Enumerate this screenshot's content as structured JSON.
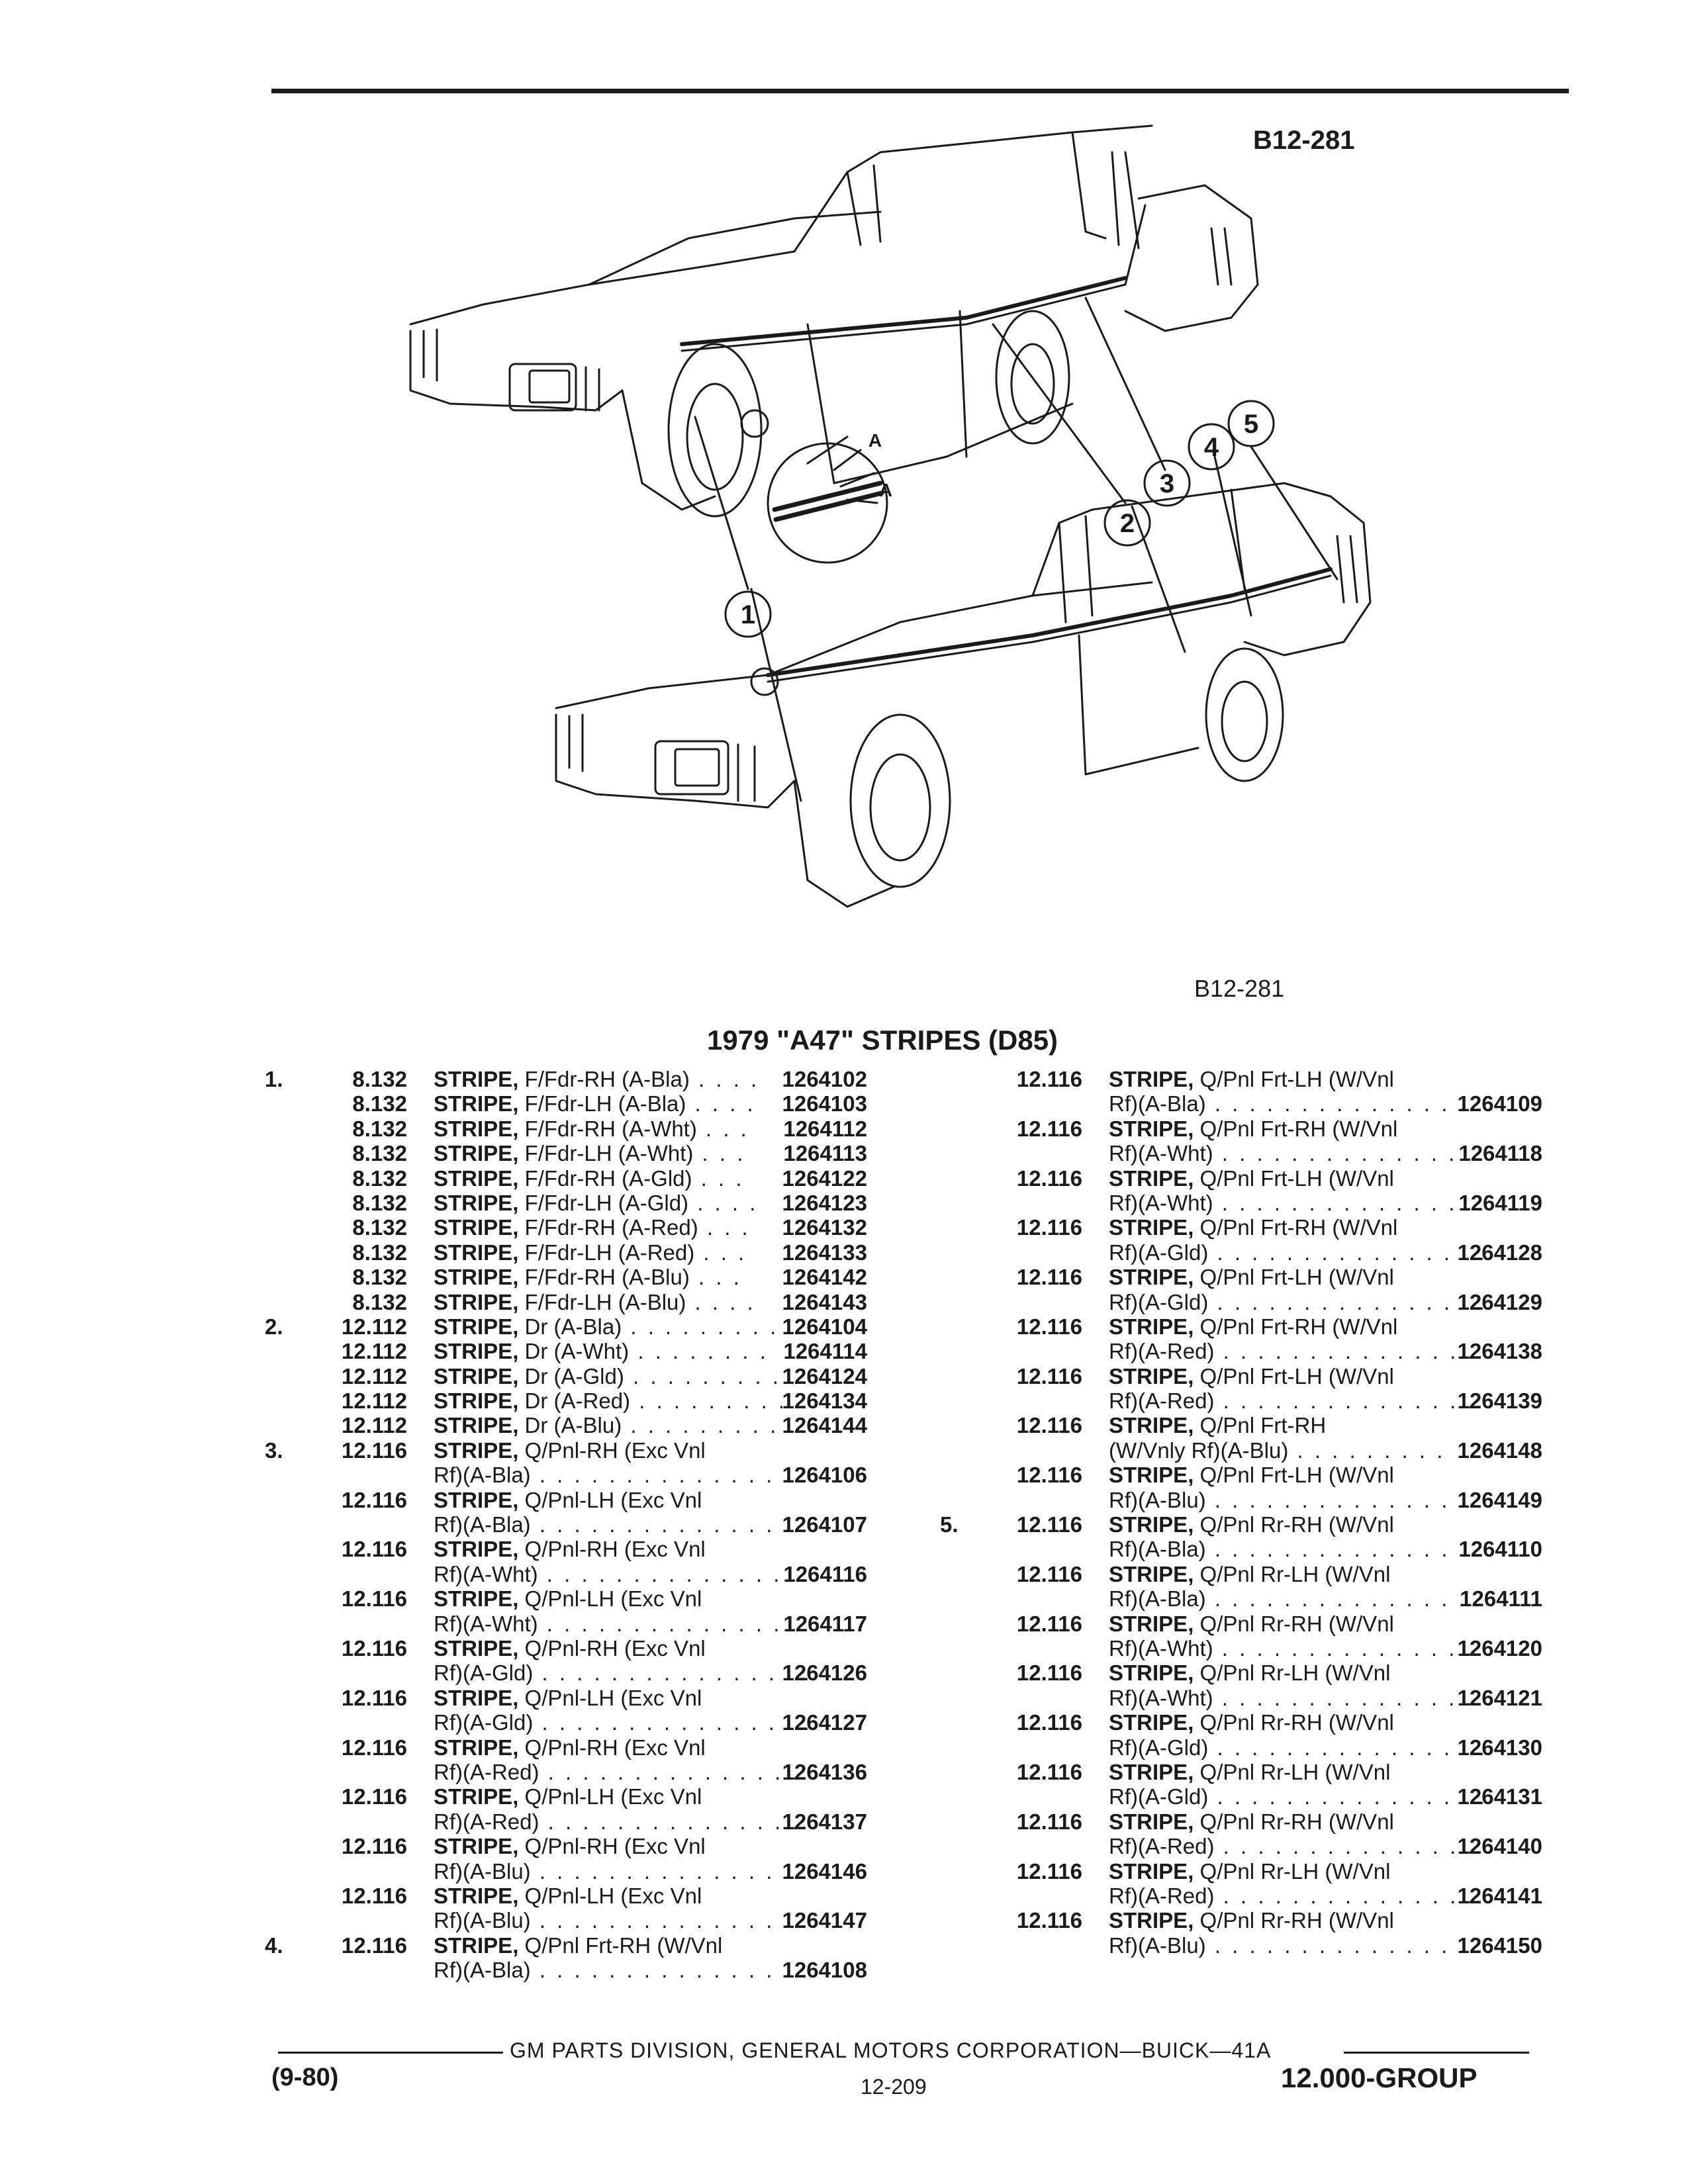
{
  "figure": {
    "code_top": "B12-281",
    "code_bottom": "B12-281",
    "callouts": [
      "1",
      "2",
      "3",
      "4",
      "5"
    ],
    "detail_labels": [
      "A",
      "A"
    ]
  },
  "title": "1979 \"A47\" STRIPES (D85)",
  "left_column": [
    {
      "ln": "1.",
      "gp": "8.132",
      "name": "STRIPE,",
      "desc": "F/Fdr-RH (A-Bla)",
      "dots": " . . . .",
      "pn": "1264102"
    },
    {
      "ln": "",
      "gp": "8.132",
      "name": "STRIPE,",
      "desc": "F/Fdr-LH (A-Bla)",
      "dots": " . . . .",
      "pn": "1264103"
    },
    {
      "ln": "",
      "gp": "8.132",
      "name": "STRIPE,",
      "desc": "F/Fdr-RH (A-Wht)",
      "dots": " . . .",
      "pn": "1264112"
    },
    {
      "ln": "",
      "gp": "8.132",
      "name": "STRIPE,",
      "desc": "F/Fdr-LH (A-Wht)",
      "dots": " . . .",
      "pn": "1264113"
    },
    {
      "ln": "",
      "gp": "8.132",
      "name": "STRIPE,",
      "desc": "F/Fdr-RH (A-Gld)",
      "dots": " . . .",
      "pn": "1264122"
    },
    {
      "ln": "",
      "gp": "8.132",
      "name": "STRIPE,",
      "desc": "F/Fdr-LH (A-Gld)",
      "dots": " . . . .",
      "pn": "1264123"
    },
    {
      "ln": "",
      "gp": "8.132",
      "name": "STRIPE,",
      "desc": "F/Fdr-RH (A-Red)",
      "dots": " . . .",
      "pn": "1264132"
    },
    {
      "ln": "",
      "gp": "8.132",
      "name": "STRIPE,",
      "desc": "F/Fdr-LH (A-Red)",
      "dots": " . . .",
      "pn": "1264133"
    },
    {
      "ln": "",
      "gp": "8.132",
      "name": "STRIPE,",
      "desc": "F/Fdr-RH (A-Blu)",
      "dots": " . . .",
      "pn": "1264142"
    },
    {
      "ln": "",
      "gp": "8.132",
      "name": "STRIPE,",
      "desc": "F/Fdr-LH (A-Blu)",
      "dots": " . . . .",
      "pn": "1264143"
    },
    {
      "ln": "2.",
      "gp": "12.112",
      "name": "STRIPE,",
      "desc": "Dr (A-Bla)",
      "dots": " . . . . . . . . .",
      "pn": "1264104"
    },
    {
      "ln": "",
      "gp": "12.112",
      "name": "STRIPE,",
      "desc": "Dr (A-Wht)",
      "dots": " . . . . . . . .",
      "pn": "1264114"
    },
    {
      "ln": "",
      "gp": "12.112",
      "name": "STRIPE,",
      "desc": "Dr (A-Gld)",
      "dots": " . . . . . . . . .",
      "pn": "1264124"
    },
    {
      "ln": "",
      "gp": "12.112",
      "name": "STRIPE,",
      "desc": "Dr (A-Red)",
      "dots": " . . . . . . . . .",
      "pn": "1264134"
    },
    {
      "ln": "",
      "gp": "12.112",
      "name": "STRIPE,",
      "desc": "Dr (A-Blu)",
      "dots": " . . . . . . . . .",
      "pn": "1264144"
    },
    {
      "ln": "3.",
      "gp": "12.116",
      "name": "STRIPE,",
      "desc": "Q/Pnl-RH (Exc Vnl",
      "dots": "",
      "pn": ""
    },
    {
      "ln": "",
      "gp": "",
      "name": "",
      "desc": "Rf)(A-Bla)",
      "dots": " . . . . . . . . . . . . . . . .",
      "pn": "1264106"
    },
    {
      "ln": "",
      "gp": "12.116",
      "name": "STRIPE,",
      "desc": "Q/Pnl-LH (Exc Vnl",
      "dots": "",
      "pn": ""
    },
    {
      "ln": "",
      "gp": "",
      "name": "",
      "desc": "Rf)(A-Bla)",
      "dots": " . . . . . . . . . . . . . . . .",
      "pn": "1264107"
    },
    {
      "ln": "",
      "gp": "12.116",
      "name": "STRIPE,",
      "desc": "Q/Pnl-RH (Exc Vnl",
      "dots": "",
      "pn": ""
    },
    {
      "ln": "",
      "gp": "",
      "name": "",
      "desc": "Rf)(A-Wht)",
      "dots": " . . . . . . . . . . . . . . .",
      "pn": "1264116"
    },
    {
      "ln": "",
      "gp": "12.116",
      "name": "STRIPE,",
      "desc": "Q/Pnl-LH (Exc Vnl",
      "dots": "",
      "pn": ""
    },
    {
      "ln": "",
      "gp": "",
      "name": "",
      "desc": "Rf)(A-Wht)",
      "dots": " . . . . . . . . . . . . . . .",
      "pn": "1264117"
    },
    {
      "ln": "",
      "gp": "12.116",
      "name": "STRIPE,",
      "desc": "Q/Pnl-RH (Exc Vnl",
      "dots": "",
      "pn": ""
    },
    {
      "ln": "",
      "gp": "",
      "name": "",
      "desc": "Rf)(A-Gld)",
      "dots": " . . . . . . . . . . . . . . . .",
      "pn": "1264126"
    },
    {
      "ln": "",
      "gp": "12.116",
      "name": "STRIPE,",
      "desc": "Q/Pnl-LH (Exc Vnl",
      "dots": "",
      "pn": ""
    },
    {
      "ln": "",
      "gp": "",
      "name": "",
      "desc": "Rf)(A-Gld)",
      "dots": " . . . . . . . . . . . . . . . .",
      "pn": "1264127"
    },
    {
      "ln": "",
      "gp": "12.116",
      "name": "STRIPE,",
      "desc": "Q/Pnl-RH (Exc Vnl",
      "dots": "",
      "pn": ""
    },
    {
      "ln": "",
      "gp": "",
      "name": "",
      "desc": "Rf)(A-Red)",
      "dots": " . . . . . . . . . . . . . . .",
      "pn": "1264136"
    },
    {
      "ln": "",
      "gp": "12.116",
      "name": "STRIPE,",
      "desc": "Q/Pnl-LH (Exc Vnl",
      "dots": "",
      "pn": ""
    },
    {
      "ln": "",
      "gp": "",
      "name": "",
      "desc": "Rf)(A-Red)",
      "dots": " . . . . . . . . . . . . . . .",
      "pn": "1264137"
    },
    {
      "ln": "",
      "gp": "12.116",
      "name": "STRIPE,",
      "desc": "Q/Pnl-RH (Exc Vnl",
      "dots": "",
      "pn": ""
    },
    {
      "ln": "",
      "gp": "",
      "name": "",
      "desc": "Rf)(A-Blu)",
      "dots": " . . . . . . . . . . . . . . . .",
      "pn": "1264146"
    },
    {
      "ln": "",
      "gp": "12.116",
      "name": "STRIPE,",
      "desc": "Q/Pnl-LH (Exc Vnl",
      "dots": "",
      "pn": ""
    },
    {
      "ln": "",
      "gp": "",
      "name": "",
      "desc": "Rf)(A-Blu)",
      "dots": " . . . . . . . . . . . . . . . .",
      "pn": "1264147"
    },
    {
      "ln": "4.",
      "gp": "12.116",
      "name": "STRIPE,",
      "desc": "Q/Pnl Frt-RH (W/Vnl",
      "dots": "",
      "pn": ""
    },
    {
      "ln": "",
      "gp": "",
      "name": "",
      "desc": "Rf)(A-Bla)",
      "dots": " . . . . . . . . . . . . . . . .",
      "pn": "1264108"
    }
  ],
  "right_column": [
    {
      "ln": "",
      "gp": "12.116",
      "name": "STRIPE,",
      "desc": "Q/Pnl Frt-LH (W/Vnl",
      "dots": "",
      "pn": ""
    },
    {
      "ln": "",
      "gp": "",
      "name": "",
      "desc": "Rf)(A-Bla)",
      "dots": " . . . . . . . . . . . . . . . .",
      "pn": "1264109"
    },
    {
      "ln": "",
      "gp": "12.116",
      "name": "STRIPE,",
      "desc": "Q/Pnl Frt-RH (W/Vnl",
      "dots": "",
      "pn": ""
    },
    {
      "ln": "",
      "gp": "",
      "name": "",
      "desc": "Rf)(A-Wht)",
      "dots": " . . . . . . . . . . . . . . .",
      "pn": "1264118"
    },
    {
      "ln": "",
      "gp": "12.116",
      "name": "STRIPE,",
      "desc": "Q/Pnl Frt-LH (W/Vnl",
      "dots": "",
      "pn": ""
    },
    {
      "ln": "",
      "gp": "",
      "name": "",
      "desc": "Rf)(A-Wht)",
      "dots": " . . . . . . . . . . . . . . .",
      "pn": "1264119"
    },
    {
      "ln": "",
      "gp": "12.116",
      "name": "STRIPE,",
      "desc": "Q/Pnl Frt-RH (W/Vnl",
      "dots": "",
      "pn": ""
    },
    {
      "ln": "",
      "gp": "",
      "name": "",
      "desc": "Rf)(A-Gld)",
      "dots": " . . . . . . . . . . . . . . . .",
      "pn": "1264128"
    },
    {
      "ln": "",
      "gp": "12.116",
      "name": "STRIPE,",
      "desc": "Q/Pnl Frt-LH (W/Vnl",
      "dots": "",
      "pn": ""
    },
    {
      "ln": "",
      "gp": "",
      "name": "",
      "desc": "Rf)(A-Gld)",
      "dots": " . . . . . . . . . . . . . . . .",
      "pn": "1264129"
    },
    {
      "ln": "",
      "gp": "12.116",
      "name": "STRIPE,",
      "desc": "Q/Pnl Frt-RH (W/Vnl",
      "dots": "",
      "pn": ""
    },
    {
      "ln": "",
      "gp": "",
      "name": "",
      "desc": "Rf)(A-Red)",
      "dots": " . . . . . . . . . . . . . . .",
      "pn": "1264138"
    },
    {
      "ln": "",
      "gp": "12.116",
      "name": "STRIPE,",
      "desc": "Q/Pnl Frt-LH (W/Vnl",
      "dots": "",
      "pn": ""
    },
    {
      "ln": "",
      "gp": "",
      "name": "",
      "desc": "Rf)(A-Red)",
      "dots": " . . . . . . . . . . . . . . .",
      "pn": "1264139"
    },
    {
      "ln": "",
      "gp": "12.116",
      "name": "STRIPE,",
      "desc": "Q/Pnl Frt-RH",
      "dots": "",
      "pn": ""
    },
    {
      "ln": "",
      "gp": "",
      "name": "",
      "desc": "(W/Vnly Rf)(A-Blu)",
      "dots": " . . . . . . . . .",
      "pn": "1264148"
    },
    {
      "ln": "",
      "gp": "12.116",
      "name": "STRIPE,",
      "desc": "Q/Pnl Frt-LH (W/Vnl",
      "dots": "",
      "pn": ""
    },
    {
      "ln": "",
      "gp": "",
      "name": "",
      "desc": "Rf)(A-Blu)",
      "dots": " . . . . . . . . . . . . . . . .",
      "pn": "1264149"
    },
    {
      "ln": "5.",
      "gp": "12.116",
      "name": "STRIPE,",
      "desc": "Q/Pnl Rr-RH (W/Vnl",
      "dots": "",
      "pn": ""
    },
    {
      "ln": "",
      "gp": "",
      "name": "",
      "desc": "Rf)(A-Bla)",
      "dots": " . . . . . . . . . . . . . . . .",
      "pn": "1264110"
    },
    {
      "ln": "",
      "gp": "12.116",
      "name": "STRIPE,",
      "desc": "Q/Pnl Rr-LH (W/Vnl",
      "dots": "",
      "pn": ""
    },
    {
      "ln": "",
      "gp": "",
      "name": "",
      "desc": "Rf)(A-Bla)",
      "dots": " . . . . . . . . . . . . . . . .",
      "pn": "1264111"
    },
    {
      "ln": "",
      "gp": "12.116",
      "name": "STRIPE,",
      "desc": "Q/Pnl Rr-RH (W/Vnl",
      "dots": "",
      "pn": ""
    },
    {
      "ln": "",
      "gp": "",
      "name": "",
      "desc": "Rf)(A-Wht)",
      "dots": " . . . . . . . . . . . . . . .",
      "pn": "1264120"
    },
    {
      "ln": "",
      "gp": "12.116",
      "name": "STRIPE,",
      "desc": "Q/Pnl Rr-LH (W/Vnl",
      "dots": "",
      "pn": ""
    },
    {
      "ln": "",
      "gp": "",
      "name": "",
      "desc": "Rf)(A-Wht)",
      "dots": " . . . . . . . . . . . . . . .",
      "pn": "1264121"
    },
    {
      "ln": "",
      "gp": "12.116",
      "name": "STRIPE,",
      "desc": "Q/Pnl Rr-RH (W/Vnl",
      "dots": "",
      "pn": ""
    },
    {
      "ln": "",
      "gp": "",
      "name": "",
      "desc": "Rf)(A-Gld)",
      "dots": " . . . . . . . . . . . . . . . .",
      "pn": "1264130"
    },
    {
      "ln": "",
      "gp": "12.116",
      "name": "STRIPE,",
      "desc": "Q/Pnl Rr-LH (W/Vnl",
      "dots": "",
      "pn": ""
    },
    {
      "ln": "",
      "gp": "",
      "name": "",
      "desc": "Rf)(A-Gld)",
      "dots": " . . . . . . . . . . . . . . . .",
      "pn": "1264131"
    },
    {
      "ln": "",
      "gp": "12.116",
      "name": "STRIPE,",
      "desc": "Q/Pnl Rr-RH (W/Vnl",
      "dots": "",
      "pn": ""
    },
    {
      "ln": "",
      "gp": "",
      "name": "",
      "desc": "Rf)(A-Red)",
      "dots": " . . . . . . . . . . . . . . .",
      "pn": "1264140"
    },
    {
      "ln": "",
      "gp": "12.116",
      "name": "STRIPE,",
      "desc": "Q/Pnl Rr-LH (W/Vnl",
      "dots": "",
      "pn": ""
    },
    {
      "ln": "",
      "gp": "",
      "name": "",
      "desc": "Rf)(A-Red)",
      "dots": " . . . . . . . . . . . . . . .",
      "pn": "1264141"
    },
    {
      "ln": "",
      "gp": "12.116",
      "name": "STRIPE,",
      "desc": "Q/Pnl Rr-RH (W/Vnl",
      "dots": "",
      "pn": ""
    },
    {
      "ln": "",
      "gp": "",
      "name": "",
      "desc": "Rf)(A-Blu)",
      "dots": " . . . . . . . . . . . . . . . .",
      "pn": "1264150"
    }
  ],
  "footer": {
    "publisher": "GM PARTS DIVISION, GENERAL MOTORS CORPORATION—BUICK—41A",
    "date": "(9-80)",
    "page": "12-209",
    "group": "12.000-GROUP"
  }
}
